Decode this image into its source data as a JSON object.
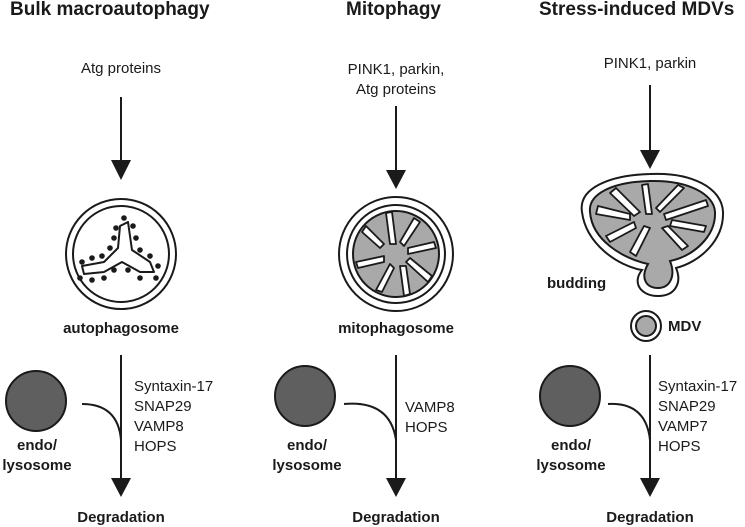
{
  "columns": [
    {
      "title": "Bulk macroautophagy",
      "regulators": [
        "Atg proteins"
      ],
      "vesicle_label": "autophagosome",
      "fusion_factors": [
        "Syntaxin-17",
        "SNAP29",
        "VAMP8",
        "HOPS"
      ],
      "lysosome_label": [
        "endo/",
        "lysosome"
      ],
      "outcome": "Degradation"
    },
    {
      "title": "Mitophagy",
      "regulators": [
        "PINK1, parkin,",
        "Atg proteins"
      ],
      "vesicle_label": "mitophagosome",
      "fusion_factors": [
        "VAMP8",
        "HOPS"
      ],
      "lysosome_label": [
        "endo/",
        "lysosome"
      ],
      "outcome": "Degradation"
    },
    {
      "title": "Stress-induced MDVs",
      "regulators": [
        "PINK1, parkin"
      ],
      "budding_label": "budding",
      "vesicle_label": "MDV",
      "fusion_factors": [
        "Syntaxin-17",
        "SNAP29",
        "VAMP7",
        "HOPS"
      ],
      "lysosome_label": [
        "endo/",
        "lysosome"
      ],
      "outcome": "Degradation"
    }
  ],
  "colors": {
    "line": "#1a1a1a",
    "mito_fill": "#a9a9a9",
    "lysosome_fill": "#5f5f5f"
  }
}
